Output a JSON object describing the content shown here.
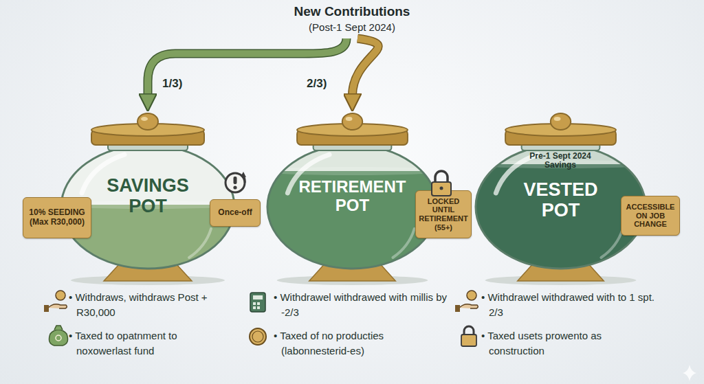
{
  "diagram": {
    "nodes": [
      {
        "text": [
          "New Contributions",
          "(Post-1 Sept 2024)"
        ]
      },
      {
        "text": [
          "10% SEEDING (Max R30,000)"
        ]
      },
      {
        "text": [
          "SAVINGS POT"
        ]
      },
      {
        "text": [
          "Once-off"
        ]
      },
      {
        "text": [
          "RETIREMENT POT"
        ]
      },
      {
        "text": [
          "LOCKED UNTIL RETIREMENT (55+)"
        ]
      },
      {
        "text": [
          "Pre-1 Sept 2024 Savings",
          "VESTED POT"
        ]
      },
      {
        "text": [
          "ACCESSIBLE ON JOB CHANGE"
        ]
      }
    ],
    "edges": [
      {
        "from": 0,
        "to": 2,
        "label": "1/3)",
        "arrow": "to"
      },
      {
        "from": 0,
        "to": 4,
        "label": "2/3)",
        "arrow": "to"
      }
    ],
    "labels": [
      "• Withdraws, withdraws Post + R30,000",
      "• Taxed to opatnment to noxowerlast fund",
      "• Withdrawel withdrawed with millis by -2/3",
      "• Taxed of no producties (labonnesterid-es)",
      "• Withdrawel withdrawed with to 1 spt. 2/3",
      "• Taxed usets prowento as construction"
    ]
  }
}
